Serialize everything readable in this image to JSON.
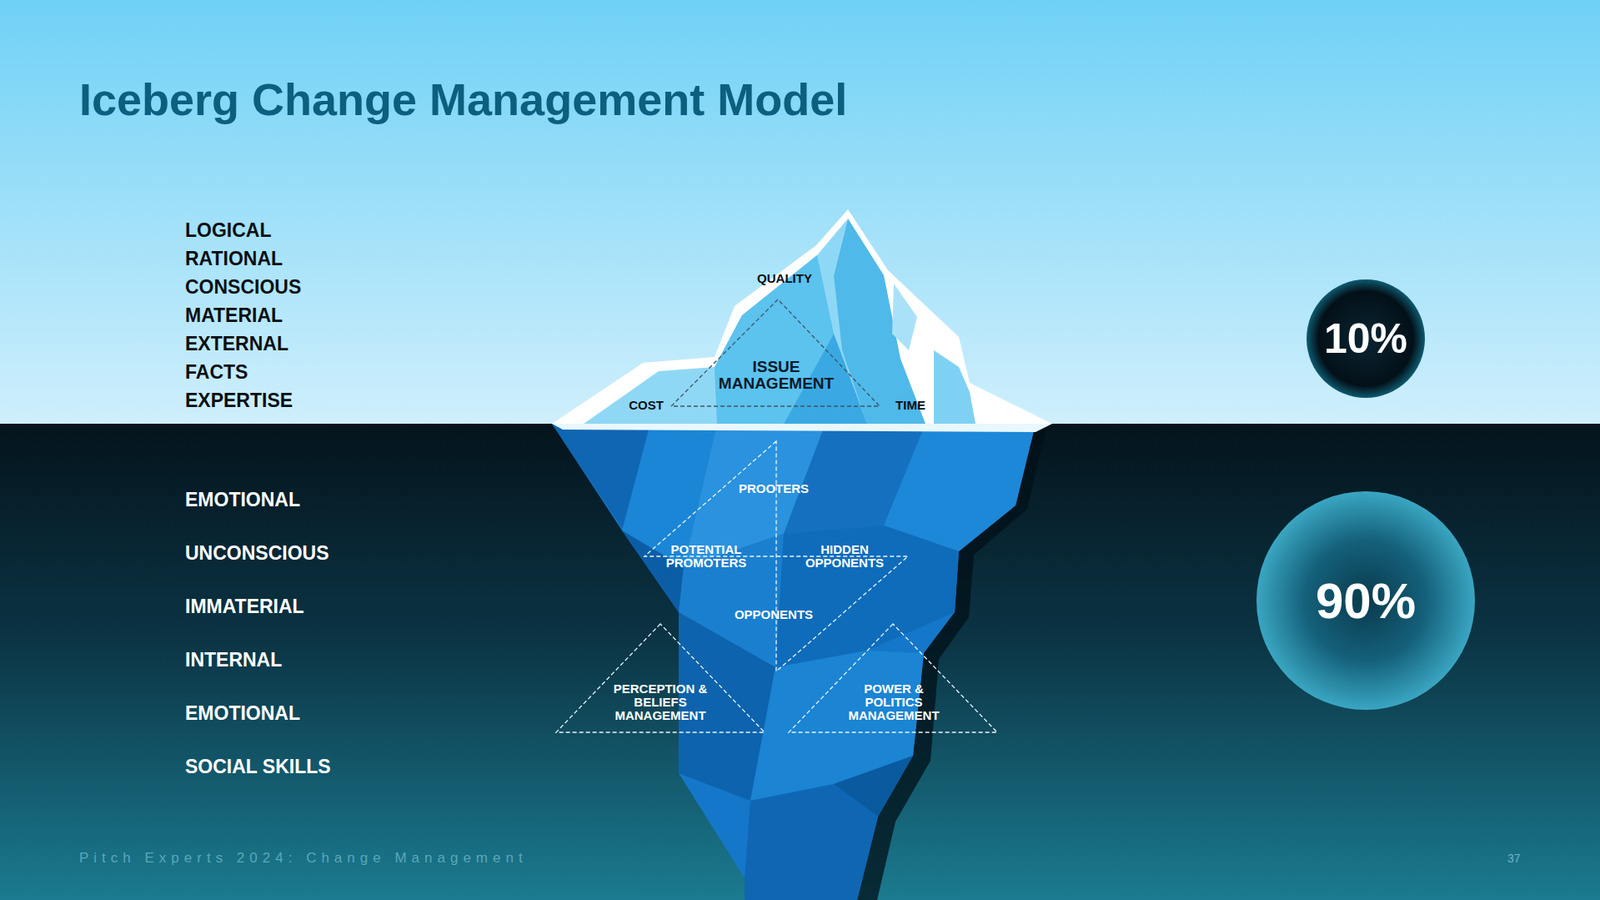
{
  "diagram": {
    "title": "Iceberg Change Management Model",
    "nodes": [
      {
        "text": [
          "ISSUE MANAGEMENT"
        ]
      },
      {
        "text": [
          "10%"
        ]
      },
      {
        "text": [
          "PROOTERS",
          "POTENTIAL PROMOTERS",
          "HIDDEN OPPONENTS",
          "OPPONENTS"
        ]
      },
      {
        "text": [
          "90%"
        ]
      },
      {
        "text": [
          "PERCEPTION & BELIEFS MANAGEMENT"
        ]
      },
      {
        "text": [
          "POWER & POLITICS MANAGEMENT"
        ]
      }
    ],
    "labels": [
      "LOGICAL",
      "RATIONAL",
      "CONSCIOUS",
      "MATERIAL",
      "EXTERNAL",
      "FACTS",
      "EXPERTISE",
      "EMOTIONAL",
      "UNCONSCIOUS",
      "IMMATERIAL",
      "INTERNAL",
      "EMOTIONAL",
      "SOCIAL SKILLS",
      "QUALITY",
      "COST",
      "TIME",
      "Pitch Experts 2024: Change Management",
      "37"
    ]
  }
}
